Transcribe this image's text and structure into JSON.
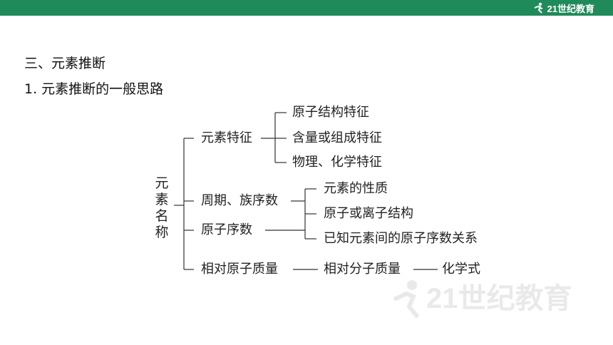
{
  "header": {
    "logo_text": "21世纪教育"
  },
  "section_title": "三、元素推断",
  "subsection_title": "1. 元素推断的一般思路",
  "diagram": {
    "root": [
      "元",
      "素",
      "名",
      "称"
    ],
    "branches": {
      "element_features": "元素特征",
      "period_group": "周期、族序数",
      "atomic_number": "原子序数",
      "relative_mass": "相对原子质量"
    },
    "leaves": {
      "atomic_structure": "原子结构特征",
      "content_composition": "含量或组成特征",
      "phys_chem": "物理、化学特征",
      "element_properties": "元素的性质",
      "atom_ion_structure": "原子或离子结构",
      "known_relation": "已知元素间的原子序数关系"
    },
    "chain": {
      "molecular_mass": "相对分子质量",
      "formula": "化学式"
    }
  },
  "watermark_text": "21世纪教育"
}
